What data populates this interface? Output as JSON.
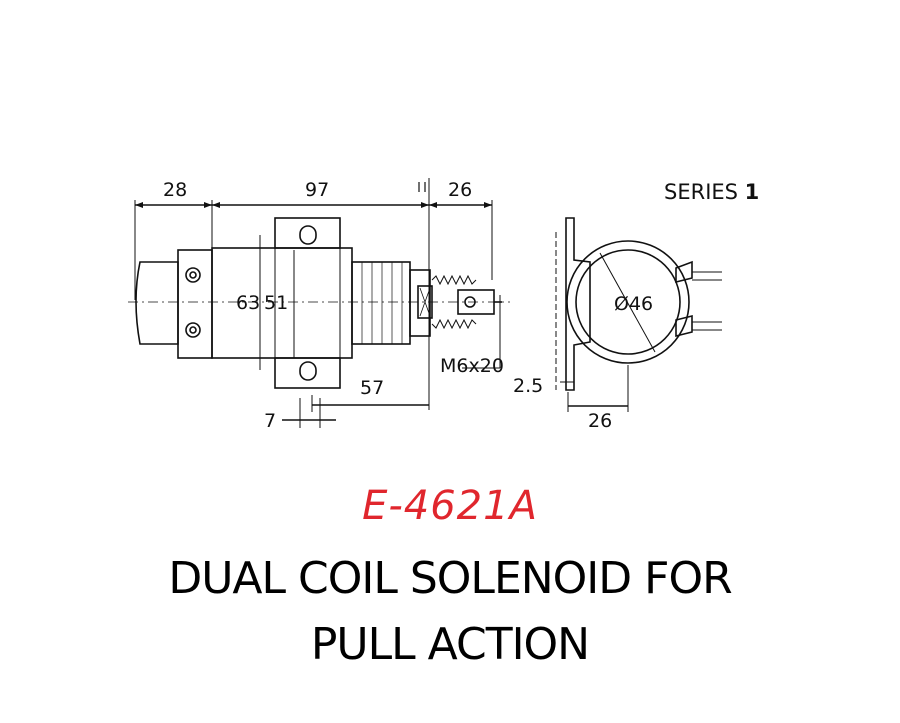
{
  "series": {
    "label": "SERIES",
    "number": "1"
  },
  "dimensions": {
    "d28": "28",
    "d97": "97",
    "d26_top": "26",
    "d63": "63",
    "d51": "51",
    "d57": "57",
    "d7": "7",
    "thread": "M6x20",
    "d2_5": "2.5",
    "diameter": "Ø46",
    "d26_bottom": "26"
  },
  "part_number": "E-4621A",
  "title_line1": "DUAL COIL SOLENOID FOR",
  "title_line2": "PULL ACTION",
  "colors": {
    "part_number": "#e0262d",
    "lines": "#111111"
  }
}
